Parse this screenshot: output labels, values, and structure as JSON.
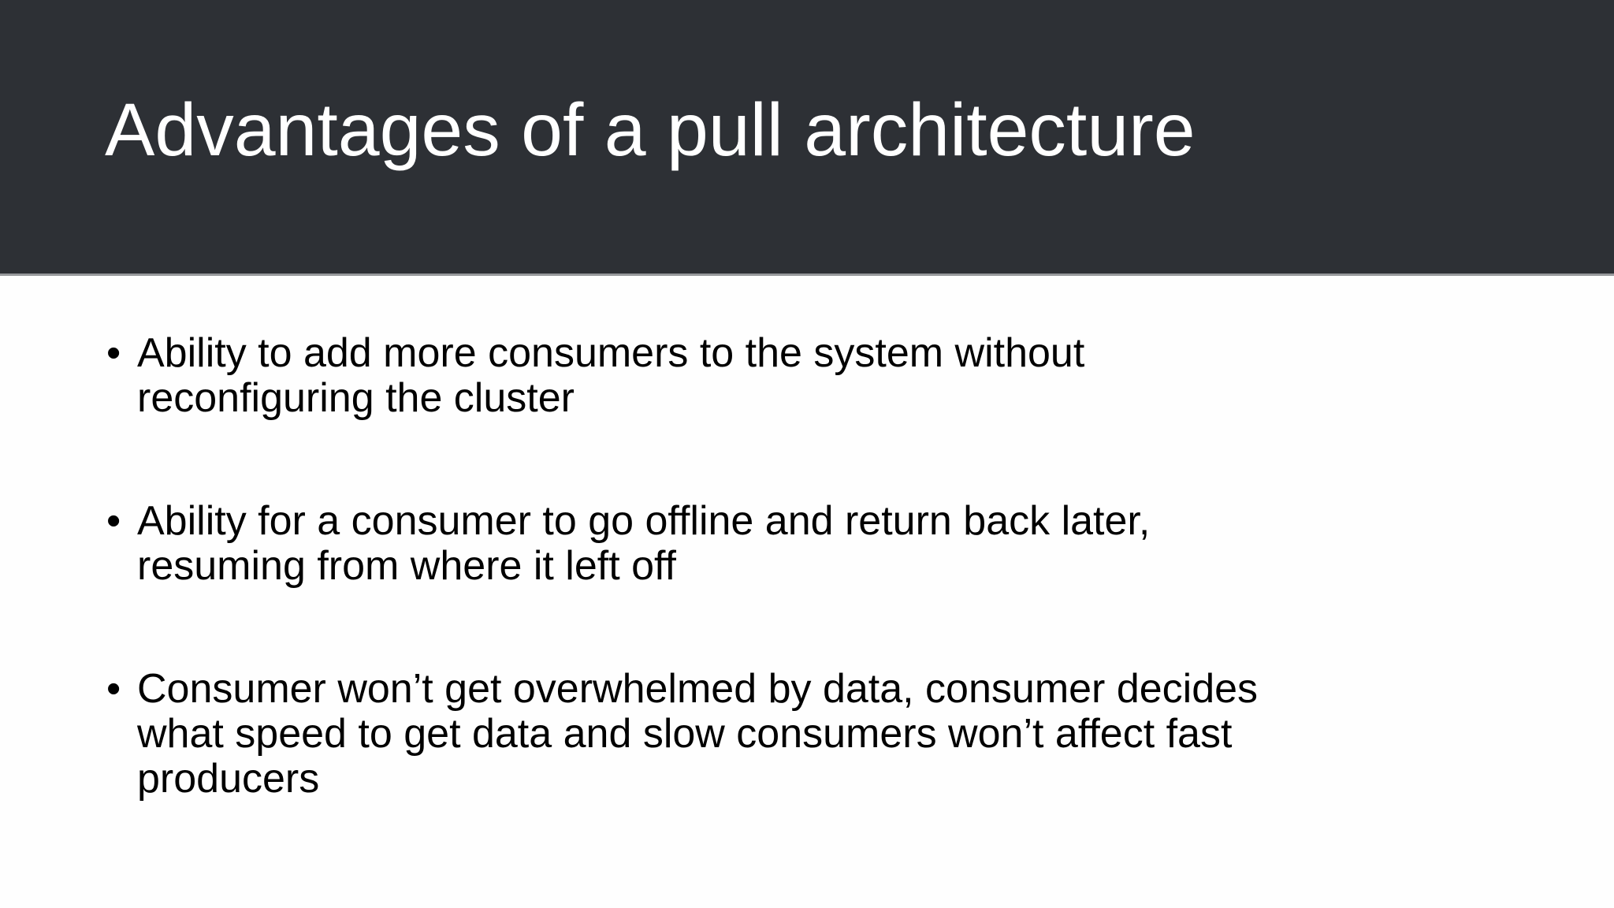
{
  "slide": {
    "title": "Advantages of a pull architecture",
    "bullet_marker": "•",
    "bullets": [
      {
        "lines": [
          "Ability to add more consumers to the system without",
          "reconfiguring the cluster"
        ]
      },
      {
        "lines": [
          "Ability for a consumer to go offline and return back later,",
          "resuming from where it left off"
        ]
      },
      {
        "lines": [
          "Consumer won’t get overwhelmed by data, consumer decides",
          "what speed to get data and slow consumers won’t affect fast",
          "producers"
        ]
      }
    ],
    "colors": {
      "header_bg": "#2d3035",
      "header_text": "#ffffff",
      "separator": "#97999c",
      "body_bg": "#fefefe",
      "body_text": "#000000"
    }
  }
}
